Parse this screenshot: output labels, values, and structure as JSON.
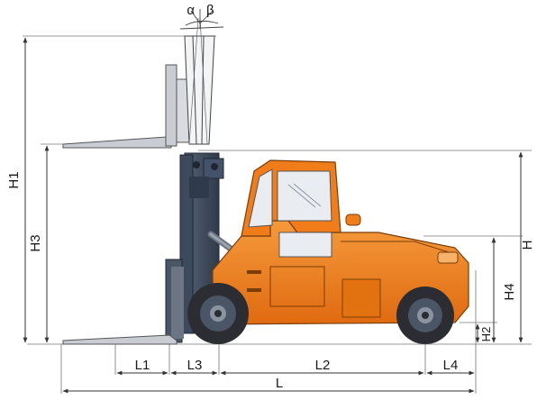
{
  "labels": {
    "alpha": "α",
    "beta": "β",
    "H1": "H1",
    "H3": "H3",
    "H": "H",
    "H4": "H4",
    "H2": "H2",
    "L1": "L1",
    "L3": "L3",
    "L2": "L2",
    "L4": "L4",
    "L": "L"
  },
  "colors": {
    "body_orange": "#f07d1a",
    "body_orange_dark": "#c85f0c",
    "mast_steel": "#3d4a5c",
    "mast_dark": "#2a3442",
    "tire": "#2b2d33",
    "rim": "#4a5566",
    "glass": "#e9edf2",
    "dimension_line": "#333333",
    "leader_line": "#555555"
  }
}
